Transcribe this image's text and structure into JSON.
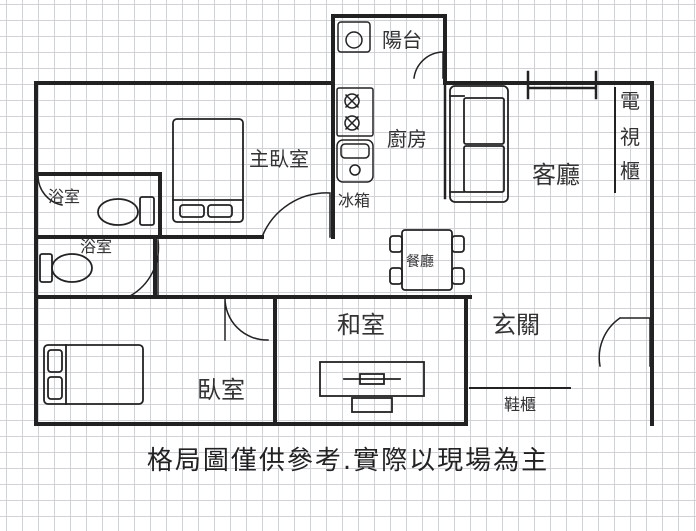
{
  "rooms": {
    "balcony": "陽台",
    "master_bedroom": "主臥室",
    "kitchen": "廚房",
    "fridge": "冰箱",
    "living_room": "客廳",
    "tv_cabinet": [
      "電",
      "視",
      "櫃"
    ],
    "bathroom_1": "浴室",
    "bathroom_2": "浴室",
    "dining": "餐廳",
    "japanese_room": "和室",
    "entrance": "玄關",
    "bedroom": "臥室",
    "shoe_cabinet": "鞋櫃"
  },
  "caption": "格局圖僅供參考.實際以現場為主",
  "colors": {
    "wall": "#222222",
    "grid": "#cfd3d6",
    "text": "#333333"
  }
}
